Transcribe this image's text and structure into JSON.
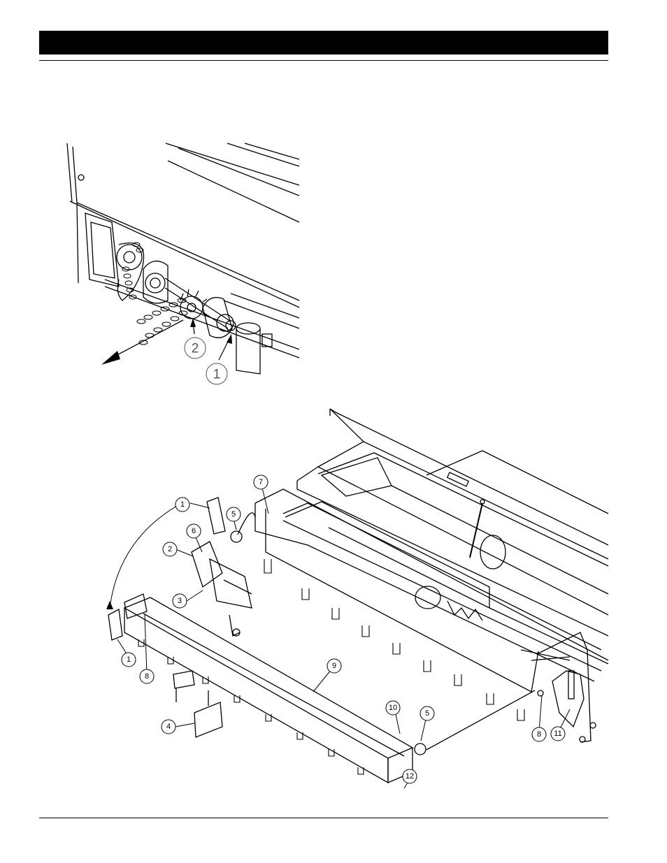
{
  "detail_callouts": [
    {
      "id": "detail-callout-2",
      "label": "2"
    },
    {
      "id": "detail-callout-1",
      "label": "1"
    }
  ],
  "assembly_callouts": [
    {
      "label": "1"
    },
    {
      "label": "7"
    },
    {
      "label": "5"
    },
    {
      "label": "6"
    },
    {
      "label": "2"
    },
    {
      "label": "3"
    },
    {
      "label": "1"
    },
    {
      "label": "8"
    },
    {
      "label": "9"
    },
    {
      "label": "4"
    },
    {
      "label": "10"
    },
    {
      "label": "5"
    },
    {
      "label": "12"
    },
    {
      "label": "8"
    },
    {
      "label": "11"
    }
  ]
}
